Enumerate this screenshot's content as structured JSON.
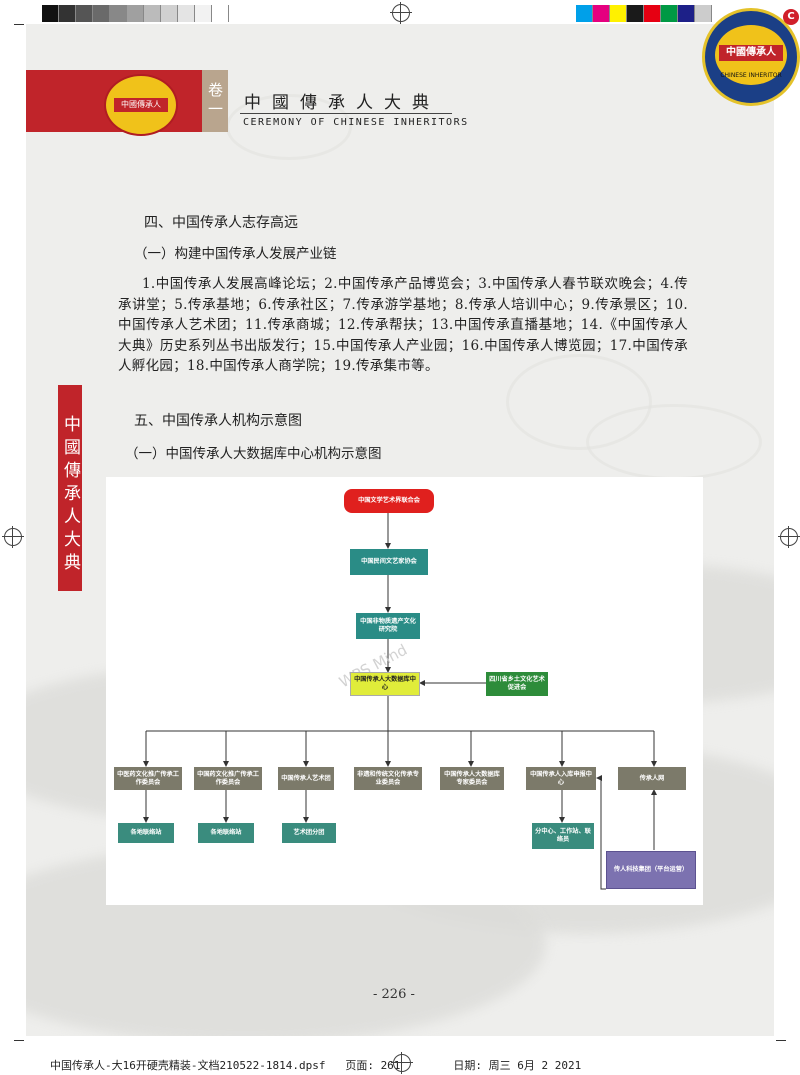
{
  "header": {
    "title": "中國傳承人大典",
    "subtitle_en": "CEREMONY  OF  CHINESE  INHERITORS",
    "volume_label": "卷一",
    "logo_text": "中國傳承人",
    "corner_logo_text": "中國傳承人",
    "corner_logo_en": "CHINESE INHERITOR",
    "corner_badge": "C"
  },
  "sidebar": {
    "label": "中國傳承人大典"
  },
  "content": {
    "section4_heading": "四、中国传承人志存高远",
    "section4_sub": "（一）构建中国传承人发展产业链",
    "section4_body": "1.中国传承人发展高峰论坛；2.中国传承产品博览会；3.中国传承人春节联欢晚会；4.传承讲堂；5.传承基地；6.传承社区；7.传承游学基地；8.传承人培训中心；9.传承景区；10.中国传承人艺术团；11.传承商城；12.传承帮扶；13.中国传承直播基地；14.《中国传承人大典》历史系列丛书出版发行；15.中国传承人产业园；16.中国传承人博览园；17.中国传承人孵化园；18.中国传承人商学院；19.传承集市等。",
    "section5_heading": "五、中国传承人机构示意图",
    "section5_sub": "（一）中国传承人大数据库中心机构示意图"
  },
  "org_chart": {
    "top": "中国文学艺术界联合会",
    "level2": "中国民间文艺家协会",
    "level3": "中国非物质遗产文化研究院",
    "center": "中国传承人大数据库中心",
    "side_partner": "四川省乡土文化艺术促进会",
    "branches": [
      "中医药文化推广传承工作委员会",
      "中国药文化推广传承工作委员会",
      "中国传承人艺术团",
      "非遗和传统文化传承专业委员会",
      "中国传承人大数据库专家委员会",
      "中国传承人入库申报中心",
      "传承人网"
    ],
    "sub_nodes": [
      "各地联络站",
      "各地联络站",
      "艺术团分团",
      "分中心、工作站、联络员"
    ],
    "platform": "传人科技集团（平台运营）",
    "watermark": "WPS Mind"
  },
  "page_number": "- 226 -",
  "footer": "中国传承人-大16开硬壳精装-文档210522-1814.dpsf   页面: 261        日期: 周三 6月 2 2021",
  "colors": {
    "red": "#c0242a",
    "teal": "#2a8c86",
    "yellow": "#e0ec3a",
    "green": "#2d8c3a",
    "gray": "#7c7a6a",
    "purple": "#7c72b0"
  },
  "colorbar_colors": [
    "#00a0e9",
    "#e5007f",
    "#fff100",
    "#1a1a1a",
    "#e60012",
    "#009944",
    "#1d2088",
    "#cccccc"
  ],
  "graybar_colors": [
    "#111111",
    "#333333",
    "#555555",
    "#6a6a6a",
    "#888888",
    "#a0a0a0",
    "#bbbbbb",
    "#d0d0d0",
    "#e4e4e4",
    "#f2f2f2",
    "#ffffff"
  ]
}
